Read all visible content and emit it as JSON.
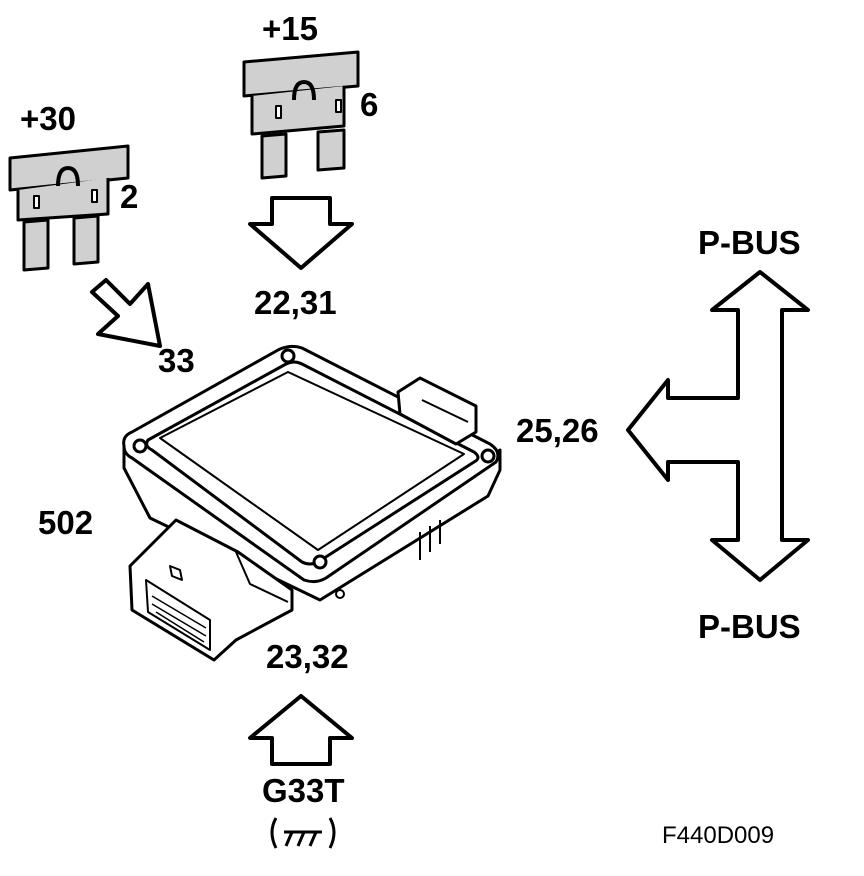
{
  "fuse_left": {
    "supply": "+30",
    "number": "2"
  },
  "fuse_top": {
    "supply": "+15",
    "number": "6"
  },
  "pins": {
    "fuse30": "33",
    "fuse15": "22,31",
    "bus": "25,26",
    "ground": "23,32"
  },
  "module_number": "502",
  "bus_top": "P-BUS",
  "bus_bottom": "P-BUS",
  "ground_point": "G33T",
  "figure_code": "F440D009",
  "colors": {
    "ink": "#000000",
    "paper": "#ffffff",
    "fuse_body": "#d0d0d0"
  }
}
